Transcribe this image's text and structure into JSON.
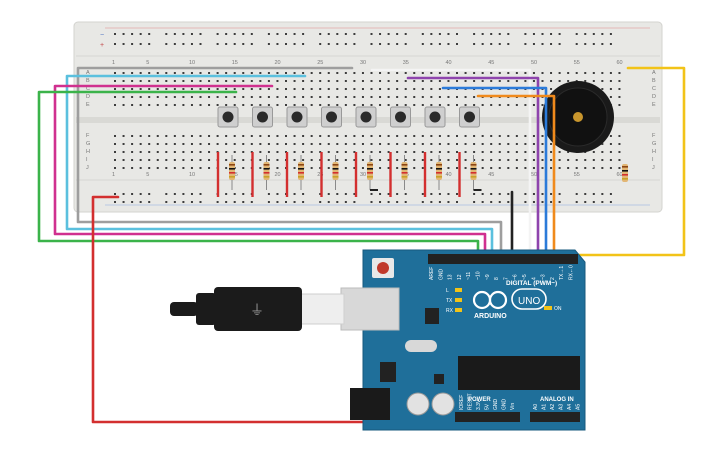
{
  "breadboard": {
    "columns": [
      "1",
      "5",
      "10",
      "15",
      "20",
      "25",
      "30",
      "35",
      "40",
      "45",
      "50",
      "55",
      "60"
    ],
    "rows_top": [
      "A",
      "B",
      "C",
      "D",
      "E"
    ],
    "rows_bottom": [
      "F",
      "G",
      "H",
      "I",
      "J"
    ],
    "rail_minus": "−",
    "rail_plus": "+"
  },
  "arduino": {
    "brand": "ARDUINO",
    "model": "UNO",
    "digital_label": "DIGITAL (PWM~)",
    "power_label": "POWER",
    "analog_label": "ANALOG IN",
    "digital_pins": [
      "AREF",
      "GND",
      "13",
      "12",
      "~11",
      "~10",
      "~9",
      "8",
      "7",
      "~6",
      "~5",
      "4",
      "~3",
      "2",
      "TX→1",
      "RX←0"
    ],
    "power_pins": [
      "IOREF",
      "RESET",
      "3.3V",
      "5V",
      "GND",
      "GND",
      "Vin"
    ],
    "analog_pins": [
      "A0",
      "A1",
      "A2",
      "A3",
      "A4",
      "A5"
    ],
    "led_labels": [
      "L",
      "TX",
      "RX"
    ],
    "on_label": "ON"
  },
  "colors": {
    "board_blue": "#1f6f9a",
    "breadboard": "#e9e9e6",
    "wire_red": "#d32f2f",
    "wire_green": "#3bb34a",
    "wire_magenta": "#d0308f",
    "wire_cyan": "#5bc0de",
    "wire_gray": "#9e9e9e",
    "wire_purple": "#8e44ad",
    "wire_blue": "#2b7bd9",
    "wire_orange": "#f08a1c",
    "wire_yellow": "#f2c318",
    "wire_black": "#222222"
  }
}
